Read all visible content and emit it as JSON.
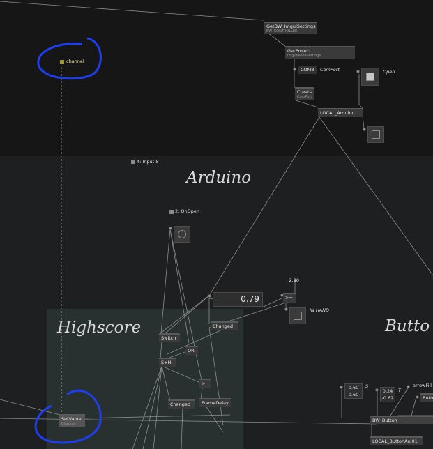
{
  "comments": {
    "arduino": "Arduino",
    "highscore": "Highscore",
    "button": "Butto"
  },
  "nodes": {
    "get_settings": {
      "title": "GetBW_ImguiSettings",
      "sub": "BW_CONTROLLER"
    },
    "get_project": {
      "title": "GetProject",
      "sub": "ImguiModeSettings"
    },
    "com_port_value": "COM8",
    "com_port_label": "ComPort",
    "open_label": "Open",
    "creates": {
      "title": "Creats",
      "sub": "ComPort"
    },
    "local_arduino": {
      "title": "LOCAL_Arduino"
    },
    "channel_label": "channel",
    "input5_label": "4: Input 5",
    "onopen_label": "2: OnOpen",
    "value_display": "0.79",
    "compare_op": ">=",
    "threshold": "2.00",
    "in_hand_label": "IN HAND",
    "changed_top": "Changed",
    "switch": "Switch",
    "or": "OR",
    "sh": "S+H",
    "greater": ">",
    "changed_bottom": "Changed",
    "frame_delay": "FrameDelay",
    "set_value": {
      "title": "SetValue",
      "sub": "Channel"
    },
    "vec_a": [
      "0.60",
      "0.60"
    ],
    "vec_b": [
      "0.24",
      "-0.62"
    ],
    "label_s": "S",
    "label_t": "T",
    "arrow_fill": "arrowFill",
    "button_short": "Butto",
    "bw_button": "BW_Button",
    "local_button": "LOCAL_ButtonAni01"
  }
}
